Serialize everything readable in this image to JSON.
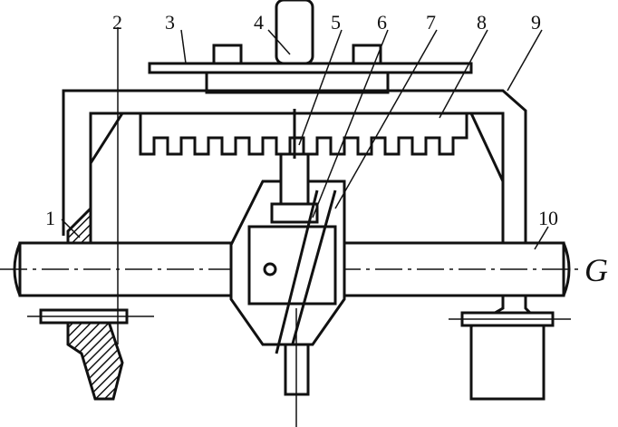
{
  "diagram": {
    "labels": [
      "1",
      "2",
      "3",
      "4",
      "5",
      "6",
      "7",
      "8",
      "9",
      "10"
    ],
    "axis_label": "G",
    "colors": {
      "ink": "#111111",
      "paper": "#ffffff"
    }
  }
}
